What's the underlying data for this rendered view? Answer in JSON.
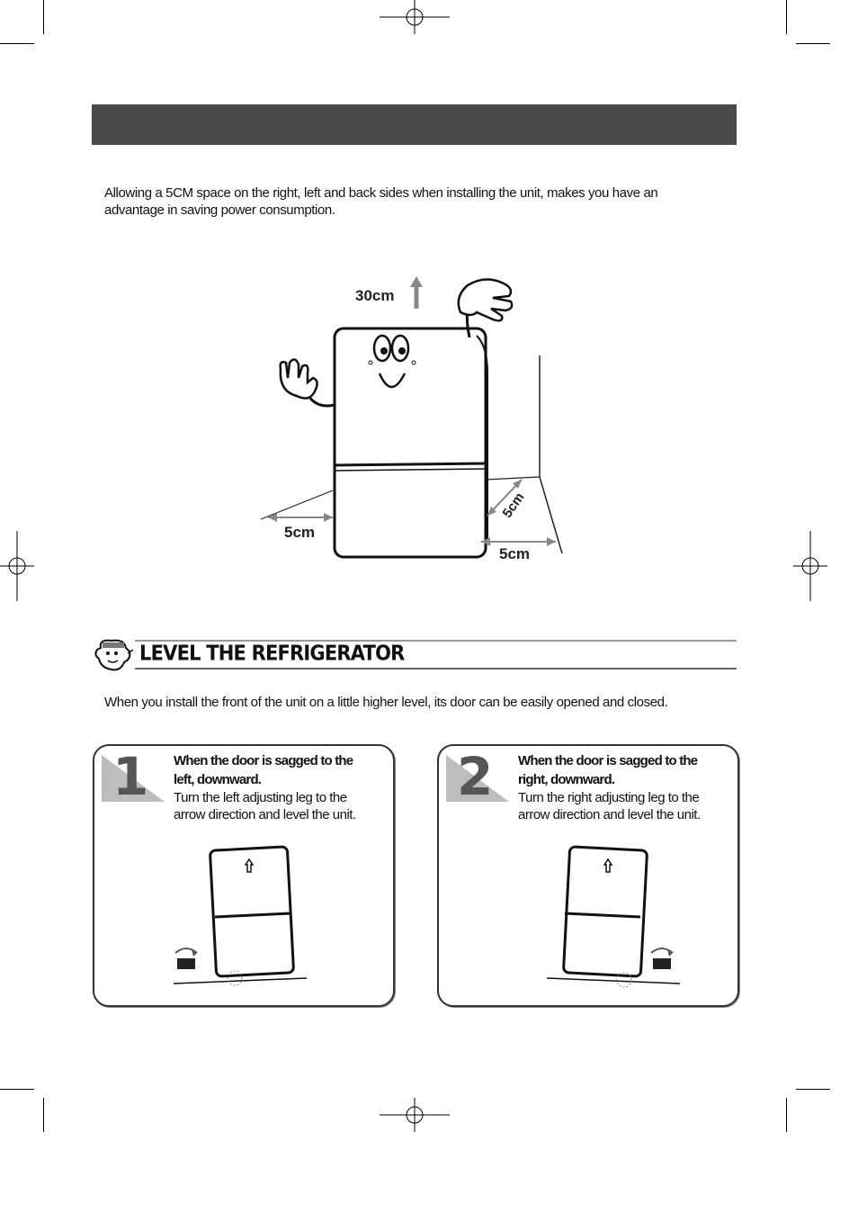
{
  "intro": {
    "line1": "Allowing a 5CM space on the right, left and back sides when installing the unit,  makes you have an",
    "line2": "advantage in saving power consumption."
  },
  "diagram": {
    "top_clearance": "30cm",
    "left_clearance": "5cm",
    "back_clearance": "5cm",
    "right_clearance": "5cm"
  },
  "level": {
    "title": "LEVEL THE REFRIGERATOR",
    "description": "When you install the front of the unit on a little higher level,  its door can be easily opened and closed."
  },
  "steps": [
    {
      "number": "1",
      "heading_line1": "When the door is sagged to the",
      "heading_line2": "left, downward.",
      "body_line1": "Turn the left adjusting leg to the",
      "body_line2": "arrow direction and level the unit."
    },
    {
      "number": "2",
      "heading_line1": "When the door is sagged to the",
      "heading_line2": "right, downward.",
      "body_line1": "Turn the right adjusting leg to the",
      "body_line2": "arrow direction and level the unit."
    }
  ]
}
